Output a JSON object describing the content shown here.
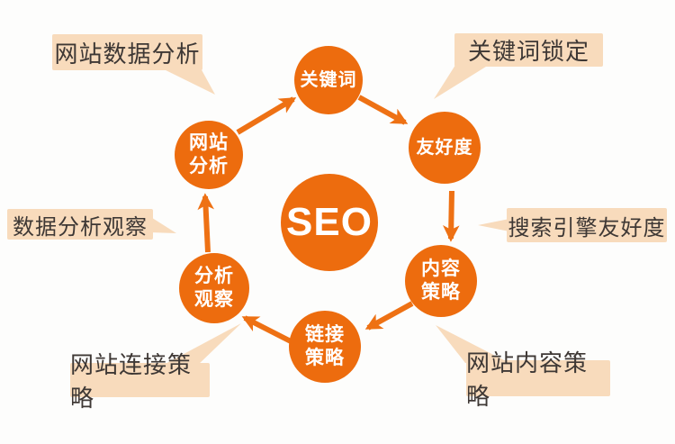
{
  "diagram": {
    "title": "SEO cycle diagram",
    "center": {
      "label": "SEO"
    },
    "nodes": [
      {
        "id": "keywords",
        "label": "关键词"
      },
      {
        "id": "friendliness",
        "label": "友好度"
      },
      {
        "id": "content-strategy",
        "label": "内容\n策略"
      },
      {
        "id": "link-strategy",
        "label": "链接\n策略"
      },
      {
        "id": "analysis-observation",
        "label": "分析\n观察"
      },
      {
        "id": "website-analysis",
        "label": "网站\n分析"
      }
    ],
    "callouts": [
      {
        "id": "website-data-analysis",
        "label": "网站数据分析"
      },
      {
        "id": "keyword-locking",
        "label": "关键词锁定"
      },
      {
        "id": "search-engine-friendliness",
        "label": "搜索引擎友好度"
      },
      {
        "id": "website-content-strategy",
        "label": "网站内容策略"
      },
      {
        "id": "website-link-strategy",
        "label": "网站连接策略"
      },
      {
        "id": "data-analysis-observation",
        "label": "数据分析观察"
      }
    ],
    "colors": {
      "node_fill": "#ed6c0e",
      "arrow": "#ee7114",
      "bubble_fill": "#f8dbbc",
      "bubble_text": "#3e3835",
      "node_text": "#ffffff"
    }
  }
}
